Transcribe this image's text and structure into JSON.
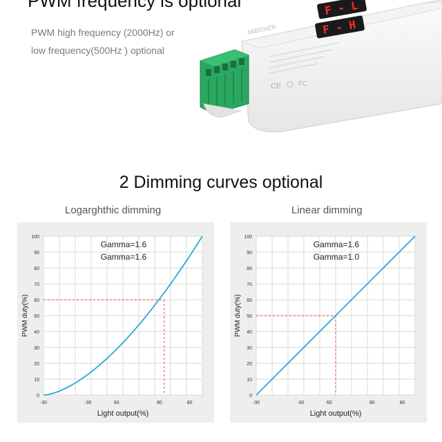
{
  "hero": {
    "title": "PWM frequency is optional",
    "desc_line1": "PWM high frequency (2000Hz) or",
    "desc_line2": "low frequency(500Hz ) optional"
  },
  "product": {
    "display_top": "F - L",
    "display_bottom": "F - H",
    "brand_text": "MiBOXER",
    "marks": [
      "CE",
      "FC"
    ]
  },
  "section": {
    "title": "2 Dimming curves optional"
  },
  "colors": {
    "curve": "#2ba7d6",
    "guide": "#e04040",
    "display_red": "#ff2b2b",
    "terminal_green": "#2aa860"
  },
  "chart_data": [
    {
      "type": "line",
      "caption": "Logarghthic dimming",
      "annotation_line1": "Gamma=1.6",
      "annotation_line2": "Gamma=1.6",
      "xlabel": "Light output(%)",
      "ylabel": "PWM duty(%)",
      "xticks": [
        "-30",
        "-30",
        "60",
        "80",
        "80"
      ],
      "yticks": [
        "0",
        "10",
        "20",
        "30",
        "40",
        "50",
        "60",
        "70",
        "80",
        "90",
        "100"
      ],
      "xlim": [
        0,
        100
      ],
      "ylim": [
        0,
        100
      ],
      "grid": true,
      "gamma": 1.6,
      "series": [
        {
          "x": [
            0,
            10,
            20,
            30,
            40,
            50,
            60,
            70,
            76,
            80,
            90,
            100
          ],
          "y": [
            0,
            3,
            8,
            15,
            23,
            32,
            42,
            53,
            60,
            65,
            82,
            100
          ]
        }
      ],
      "guide_point": {
        "x": 76,
        "y": 60
      }
    },
    {
      "type": "line",
      "caption": "Linear dimming",
      "annotation_line1": "Gamma=1.6",
      "annotation_line2": "Gamma=1.0",
      "xlabel": "Light output(%)",
      "ylabel": "PWM duty(%)",
      "xticks": [
        "-30",
        "-30",
        "60",
        "80",
        "80"
      ],
      "yticks": [
        "0",
        "10",
        "20",
        "30",
        "40",
        "50",
        "60",
        "70",
        "80",
        "90",
        "100"
      ],
      "xlim": [
        0,
        100
      ],
      "ylim": [
        0,
        100
      ],
      "grid": true,
      "gamma": 1.0,
      "series": [
        {
          "x": [
            0,
            50,
            100
          ],
          "y": [
            0,
            50,
            100
          ]
        }
      ],
      "guide_point": {
        "x": 50,
        "y": 50
      }
    }
  ]
}
